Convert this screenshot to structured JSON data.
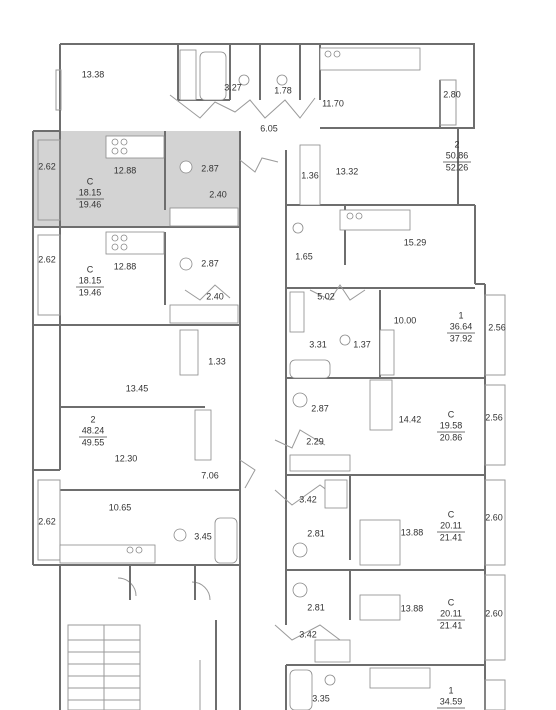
{
  "highlight_color": "#d3d3d3",
  "wall_color": "#6e6e6e",
  "rooms": [
    "13.38",
    "3.27",
    "1.78",
    "11.70",
    "2.80",
    "6.05",
    "2.62",
    "12.88",
    "2.87",
    "2.40",
    "1.36",
    "13.32",
    "15.29",
    "2.62",
    "12.88",
    "2.87",
    "1.65",
    "2.40",
    "5.02",
    "10.00",
    "2.56",
    "3.31",
    "1.37",
    "1.33",
    "13.45",
    "2.87",
    "14.42",
    "2.56",
    "2.29",
    "12.30",
    "7.06",
    "3.42",
    "10.65",
    "2.62",
    "3.45",
    "2.81",
    "13.88",
    "2.60",
    "2.81",
    "13.88",
    "2.60",
    "3.42",
    "3.35"
  ],
  "apartments": [
    {
      "type": "2",
      "area": "50.86",
      "total": "52.26"
    },
    {
      "type": "С",
      "area": "18.15",
      "total": "19.46"
    },
    {
      "type": "С",
      "area": "18.15",
      "total": "19.46"
    },
    {
      "type": "1",
      "area": "36.64",
      "total": "37.92"
    },
    {
      "type": "2",
      "area": "48.24",
      "total": "49.55"
    },
    {
      "type": "С",
      "area": "19.58",
      "total": "20.86"
    },
    {
      "type": "С",
      "area": "20.11",
      "total": "21.41"
    },
    {
      "type": "С",
      "area": "20.11",
      "total": "21.41"
    },
    {
      "type": "1",
      "area": "34.59",
      "total": ""
    }
  ]
}
